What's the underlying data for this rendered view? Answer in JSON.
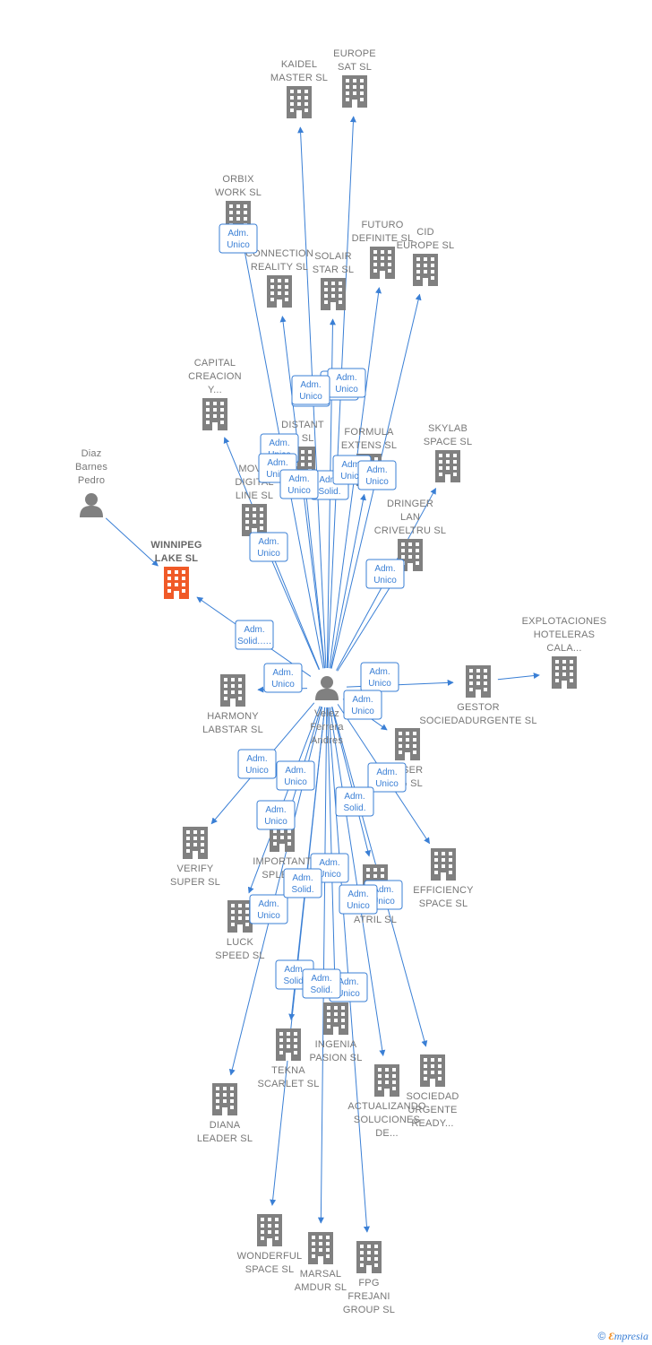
{
  "center": {
    "lines": [
      "Velez",
      "Ferrera",
      "Andres"
    ]
  },
  "nodes": [
    {
      "id": "kaidel",
      "kind": "company",
      "lines": [
        "KAIDEL",
        "MASTER  SL"
      ]
    },
    {
      "id": "europesat",
      "kind": "company",
      "lines": [
        "EUROPE",
        "SAT  SL"
      ]
    },
    {
      "id": "orbix",
      "kind": "company",
      "lines": [
        "ORBIX",
        "WORK  SL"
      ]
    },
    {
      "id": "futuro",
      "kind": "company",
      "lines": [
        "FUTURO",
        "DEFINITE  SL"
      ]
    },
    {
      "id": "cid",
      "kind": "company",
      "lines": [
        "CID",
        "EUROPE  SL"
      ]
    },
    {
      "id": "connection",
      "kind": "company",
      "lines": [
        "CONNECTION",
        "REALITY  SL"
      ]
    },
    {
      "id": "solair",
      "kind": "company",
      "lines": [
        "SOLAIR",
        "STAR  SL"
      ]
    },
    {
      "id": "capital",
      "kind": "company",
      "lines": [
        "CAPITAL",
        "CREACION",
        "Y..."
      ]
    },
    {
      "id": "distant",
      "kind": "company",
      "lines": [
        "DISTANT",
        "N  SL"
      ]
    },
    {
      "id": "formula",
      "kind": "company",
      "lines": [
        "FORMULA",
        "EXTENS  SL"
      ]
    },
    {
      "id": "skylab",
      "kind": "company",
      "lines": [
        "SKYLAB",
        "SPACE  SL"
      ]
    },
    {
      "id": "movil",
      "kind": "company",
      "lines": [
        "MOVIL",
        "DIGITAL",
        "LINE SL"
      ]
    },
    {
      "id": "dringer",
      "kind": "company",
      "lines": [
        "DRINGER",
        "LAN",
        "CRIVELTRU SL"
      ]
    },
    {
      "id": "winnipeg",
      "kind": "focus",
      "lines": [
        "WINNIPEG",
        "LAKE  SL"
      ]
    },
    {
      "id": "diaz",
      "kind": "person",
      "lines": [
        "Diaz",
        "Barnes",
        "Pedro"
      ]
    },
    {
      "id": "explotaciones",
      "kind": "company",
      "lines": [
        "EXPLOTACIONES",
        "HOTELERAS",
        "CALA..."
      ]
    },
    {
      "id": "gestor",
      "kind": "company",
      "lines": [
        "GESTOR",
        "SOCIEDADURGENTE SL"
      ]
    },
    {
      "id": "harmony",
      "kind": "company",
      "lines": [
        "HARMONY",
        "LABSTAR SL"
      ]
    },
    {
      "id": "niser",
      "kind": "company",
      "lines": [
        "NISER",
        "NG  SL"
      ]
    },
    {
      "id": "verify",
      "kind": "company",
      "lines": [
        "VERIFY",
        "SUPER  SL"
      ]
    },
    {
      "id": "important",
      "kind": "company",
      "lines": [
        "IMPORTANT",
        "SPLEND"
      ]
    },
    {
      "id": "efficiency",
      "kind": "company",
      "lines": [
        "EFFICIENCY",
        "SPACE SL"
      ]
    },
    {
      "id": "atril",
      "kind": "company",
      "lines": [
        "INC",
        "ATRIL  SL"
      ]
    },
    {
      "id": "luck",
      "kind": "company",
      "lines": [
        "LUCK",
        "SPEED  SL"
      ]
    },
    {
      "id": "ingenia",
      "kind": "company",
      "lines": [
        "INGENIA",
        "PASION  SL"
      ]
    },
    {
      "id": "tekna",
      "kind": "company",
      "lines": [
        "TEKNA",
        "SCARLET  SL"
      ]
    },
    {
      "id": "sociedad",
      "kind": "company",
      "lines": [
        "SOCIEDAD",
        "URGENTE",
        "READY..."
      ]
    },
    {
      "id": "actualizando",
      "kind": "company",
      "lines": [
        "ACTUALIZANDO",
        "SOLUCIONES",
        "DE..."
      ]
    },
    {
      "id": "diana",
      "kind": "company",
      "lines": [
        "DIANA",
        "LEADER  SL"
      ]
    },
    {
      "id": "wonderful",
      "kind": "company",
      "lines": [
        "WONDERFUL",
        "SPACE  SL"
      ]
    },
    {
      "id": "marsal",
      "kind": "company",
      "lines": [
        "MARSAL",
        "AMDUR  SL"
      ]
    },
    {
      "id": "fpg",
      "kind": "company",
      "lines": [
        "FPG",
        "FREJANI",
        "GROUP  SL"
      ]
    }
  ],
  "edges": [
    {
      "from": "center",
      "to": "kaidel",
      "label": [
        "Adm.",
        "Unico"
      ]
    },
    {
      "from": "center",
      "to": "europesat",
      "label": [
        "Adm.",
        "Unico"
      ]
    },
    {
      "from": "center",
      "to": "orbix",
      "label": [
        "Adm.",
        "Unico"
      ]
    },
    {
      "from": "center",
      "to": "futuro",
      "label": [
        "Adm.",
        "Unico"
      ]
    },
    {
      "from": "center",
      "to": "cid",
      "label": [
        "Adm.",
        "Unico"
      ]
    },
    {
      "from": "center",
      "to": "connection",
      "label": [
        "Adm.",
        "Unico"
      ]
    },
    {
      "from": "center",
      "to": "solair",
      "label": [
        "Adm.",
        "Solid."
      ]
    },
    {
      "from": "center",
      "to": "capital",
      "label": [
        "Adm.",
        "Unico"
      ]
    },
    {
      "from": "center",
      "to": "distant",
      "label": [
        "Adm.",
        "Unico"
      ]
    },
    {
      "from": "center",
      "to": "formula",
      "label": [
        "Adm.",
        "Unico"
      ]
    },
    {
      "from": "center",
      "to": "skylab",
      "label": [
        "Adm.",
        "Unico"
      ]
    },
    {
      "from": "center",
      "to": "movil",
      "label": [
        "Adm.",
        "Unico"
      ]
    },
    {
      "from": "center",
      "to": "dringer",
      "label": [
        "Adm.",
        "Unico"
      ]
    },
    {
      "from": "center",
      "to": "winnipeg",
      "label": [
        "Adm.",
        "Solid."
      ]
    },
    {
      "from": "diaz",
      "to": "winnipeg",
      "label": [
        "Adm.",
        "Solid.…."
      ]
    },
    {
      "from": "center",
      "to": "gestor",
      "label": [
        "Adm.",
        "Unico"
      ]
    },
    {
      "from": "gestor",
      "to": "explotaciones",
      "label": []
    },
    {
      "from": "center",
      "to": "harmony",
      "label": [
        "Adm.",
        "Unico"
      ]
    },
    {
      "from": "center",
      "to": "niser",
      "label": [
        "Adm.",
        "Unico"
      ]
    },
    {
      "from": "center",
      "to": "verify",
      "label": [
        "Adm.",
        "Unico"
      ]
    },
    {
      "from": "center",
      "to": "important",
      "label": [
        "Adm.",
        "Unico"
      ]
    },
    {
      "from": "center",
      "to": "efficiency",
      "label": [
        "Adm.",
        "Unico"
      ]
    },
    {
      "from": "center",
      "to": "atril",
      "label": [
        "Adm.",
        "Unico"
      ]
    },
    {
      "from": "center",
      "to": "luck",
      "label": [
        "Adm.",
        "Unico"
      ]
    },
    {
      "from": "center",
      "to": "ingenia",
      "label": [
        "Adm.",
        "Unico"
      ]
    },
    {
      "from": "center",
      "to": "tekna",
      "label": [
        "Adm.",
        "Solid."
      ]
    },
    {
      "from": "center",
      "to": "sociedad",
      "label": [
        "Adm.",
        "Unico"
      ]
    },
    {
      "from": "center",
      "to": "actualizando",
      "label": [
        "Adm.",
        "Solid."
      ]
    },
    {
      "from": "center",
      "to": "diana",
      "label": [
        "Adm.",
        "Unico"
      ]
    },
    {
      "from": "center",
      "to": "wonderful",
      "label": [
        "Adm.",
        "Solid."
      ]
    },
    {
      "from": "center",
      "to": "marsal",
      "label": [
        "Adm.",
        "Solid."
      ]
    },
    {
      "from": "center",
      "to": "fpg",
      "label": [
        "Adm.",
        "Unico"
      ]
    }
  ],
  "colors": {
    "edge": "#3a7fd5",
    "building": "#808080",
    "focus": "#f05a28",
    "label": "#777777"
  },
  "footer": {
    "copyright": "©",
    "brand_initial": "Ɛ",
    "brand_rest": "mpresia"
  }
}
